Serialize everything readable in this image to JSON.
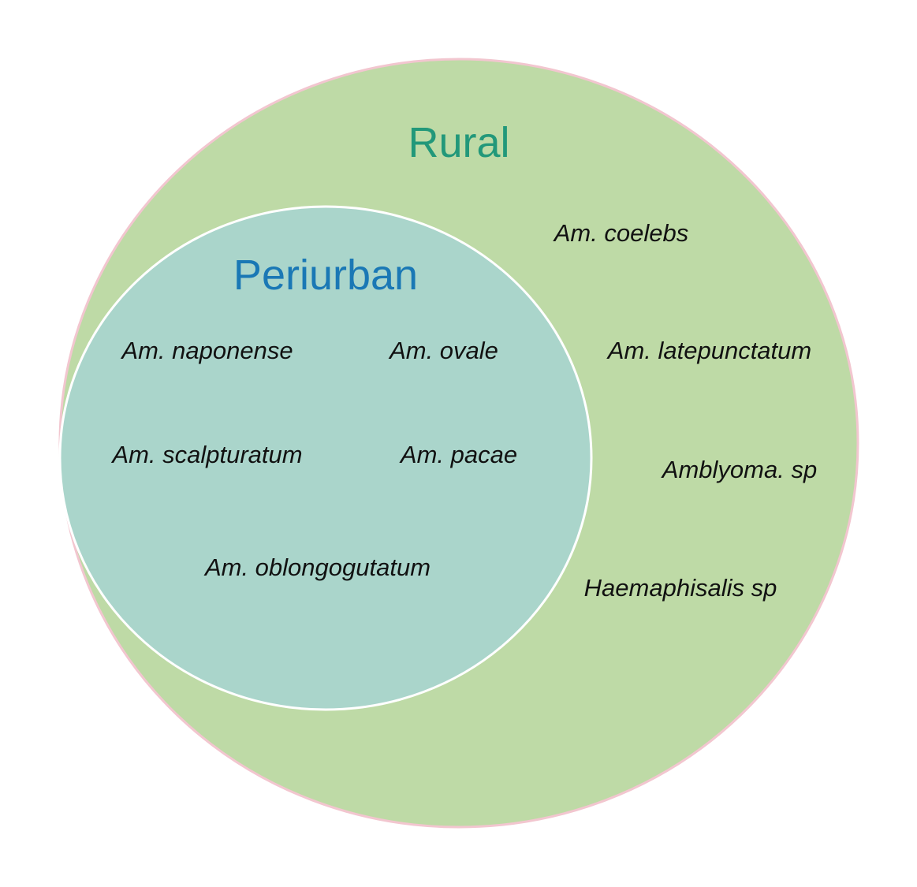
{
  "colors": {
    "rural_fill": "#bedaa6",
    "rural_stroke": "#f2c6cf",
    "periurban_fill": "#aad5cb",
    "periurban_stroke": "#ffffff",
    "rural_label": "#22987a",
    "periurban_label": "#1a78b5"
  },
  "sets": {
    "rural": {
      "label": "Rural",
      "species": [
        "Am. coelebs",
        "Am. latepunctatum",
        "Amblyoma. sp",
        "Haemaphisalis sp"
      ]
    },
    "periurban": {
      "label": "Periurban",
      "species": [
        "Am. naponense",
        "Am. ovale",
        "Am. scalpturatum",
        "Am. pacae",
        "Am. oblongogutatum"
      ]
    }
  }
}
